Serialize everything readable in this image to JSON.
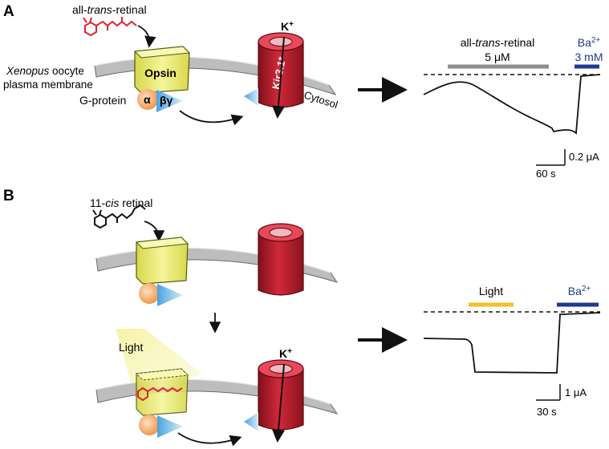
{
  "panels": {
    "a": {
      "letter": "A",
      "ligand": {
        "pre": "all-",
        "italic": "trans",
        "post": "-retinal"
      },
      "membrane": {
        "italic": "Xenopus",
        "post": " oocyte",
        "line2": "plasma membrane"
      },
      "opsin": "Opsin",
      "gprotein": "G-protein",
      "alpha": "α",
      "betagamma": "βγ",
      "channel": "Kir3.1*",
      "ion": {
        "base": "K",
        "sup": "+"
      },
      "cytosol": "Cytosol",
      "trace": {
        "drug1": {
          "pre": "all-",
          "italic": "trans",
          "post": "-retinal",
          "line2": "5 μM",
          "color": "#8e8e8e"
        },
        "drug2": {
          "base": "Ba",
          "sup": "2+",
          "line2": "3 mM",
          "color": "#1f3a93"
        },
        "scale_y": "0.2 μA",
        "scale_x": "60 s"
      }
    },
    "b": {
      "letter": "B",
      "ligand": {
        "pre": "11-",
        "italic": "cis",
        "post": " retinal"
      },
      "light": "Light",
      "ion": {
        "base": "K",
        "sup": "+"
      },
      "trace": {
        "drug1": {
          "label": "Light",
          "color": "#f2c12e"
        },
        "drug2": {
          "base": "Ba",
          "sup": "2+",
          "color": "#1f3a93"
        },
        "scale_y": "1 μA",
        "scale_x": "30 s"
      }
    }
  },
  "colors": {
    "opsin": "#e9ea6a",
    "channel": "#c8202f",
    "retinal_trans": "#e3202f",
    "membrane": "#b9b9b9",
    "g_alpha": "#f4a25a",
    "g_betagamma": "#8fc7ea"
  }
}
